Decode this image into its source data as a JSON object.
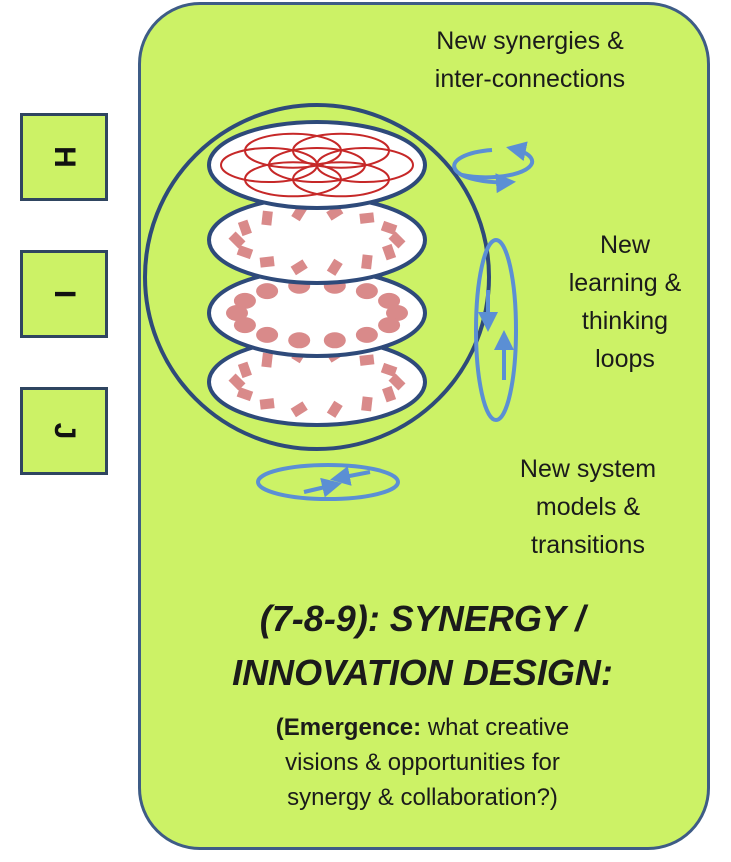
{
  "side_boxes": {
    "h": "H",
    "i": "I",
    "j": "J"
  },
  "labels": {
    "synergies": [
      "New synergies &",
      "inter-connections"
    ],
    "learning": [
      "New",
      "learning &",
      "thinking",
      "loops"
    ],
    "system": [
      "New system",
      "models &",
      "transitions"
    ]
  },
  "title": [
    "(7-8-9): SYNERGY /",
    "INNOVATION DESIGN:"
  ],
  "description": {
    "bold": "(Emergence:",
    "line1_rest": " what creative",
    "line2": "visions & opportunities for",
    "line3": "synergy & collaboration?)"
  },
  "colors": {
    "panel_fill": "#ccf266",
    "panel_border": "#3e5c86",
    "sphere_stroke": "#2e4a7a",
    "arrow_blue": "#5b8fd4",
    "flower_red": "#c62828",
    "pattern_pink": "#d98a8a"
  },
  "icons": [
    "flower-of-life-icon",
    "diamond-ring-icon",
    "dot-ring-icon",
    "cycle-arrow-icon"
  ]
}
